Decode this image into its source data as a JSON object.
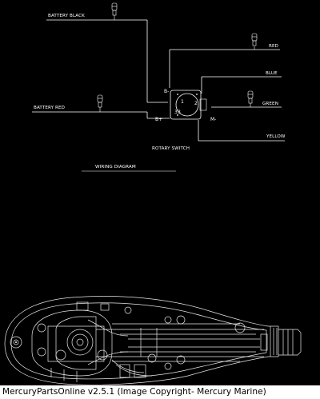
{
  "diagram": {
    "wires": {
      "battery_black": "BATTERY BLACK",
      "battery_red": "BATTERY RED",
      "red": "RED",
      "blue": "BLUE",
      "green": "GREEN",
      "yellow": "YELLOW"
    },
    "terminals": {
      "b_minus": "B-",
      "b_plus": "B+",
      "m_minus": "M-",
      "pos_1": "1",
      "pos_2": "2",
      "pos_3": "3"
    },
    "switch_label": "ROTARY SWITCH",
    "caption": "WIRING DIAGRAM"
  },
  "footer": {
    "copyright": "MercuryPartsOnline v2.5.1 (Image Copyright- Mercury Marine)"
  }
}
